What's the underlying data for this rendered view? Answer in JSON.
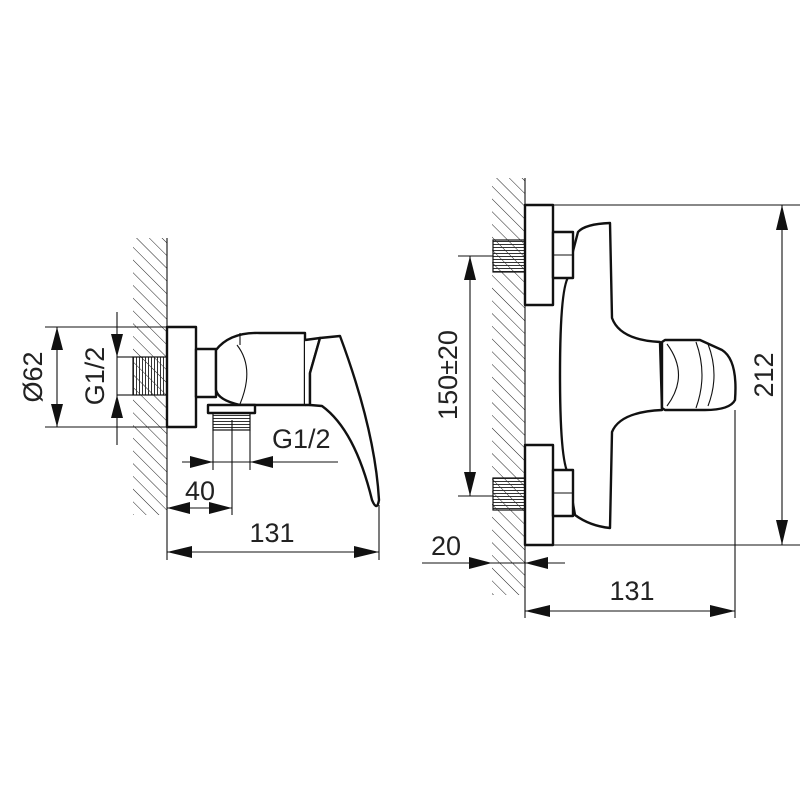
{
  "side_view": {
    "diameter_label": "Ø62",
    "inlet_thread_label": "G1/2",
    "outlet_thread_label": "G1/2",
    "outlet_offset_label": "40",
    "depth_label": "131"
  },
  "front_view": {
    "inlet_spacing_label": "150±20",
    "height_label": "212",
    "wall_offset_label": "20",
    "depth_label": "131"
  },
  "colors": {
    "line": "#111111",
    "background": "#ffffff"
  }
}
